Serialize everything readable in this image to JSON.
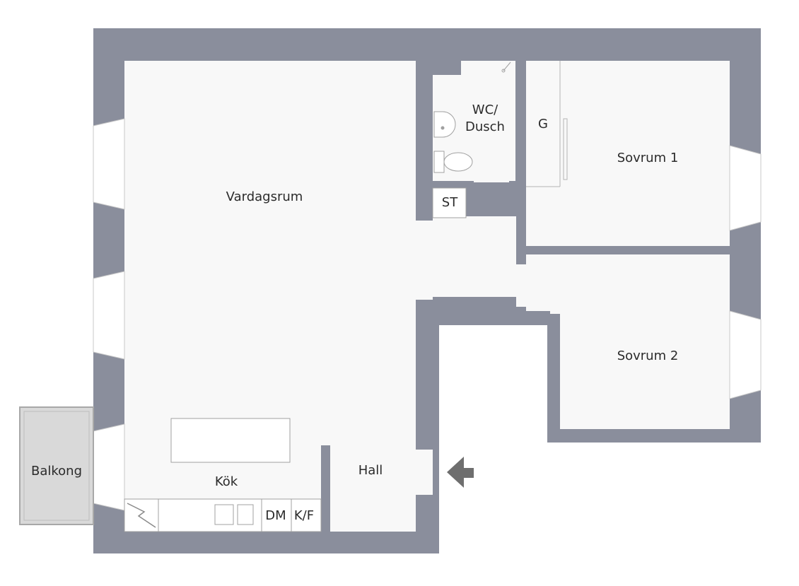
{
  "colors": {
    "wall": "#8a8e9c",
    "floor": "#f8f8f8",
    "outside": "#ffffff",
    "balcony": "#d9d9d9",
    "arrow": "#6e6e6e",
    "line": "#9a9a9a"
  },
  "rooms": {
    "vardagsrum": "Vardagsrum",
    "wc": "WC/",
    "wc_line2": "Dusch",
    "garderob": "G",
    "sovrum1": "Sovrum 1",
    "sovrum2": "Sovrum 2",
    "hall": "Hall",
    "kok": "Kök",
    "balkong": "Balkong"
  },
  "fixtures": {
    "storage": "ST",
    "dishwasher": "DM",
    "fridge_freezer": "K/F"
  },
  "icons": {
    "entrance": "arrow-left-icon",
    "stove": "stove-icon",
    "sink": "sink-icon",
    "toilet": "toilet-icon",
    "shower": "shower-icon"
  }
}
